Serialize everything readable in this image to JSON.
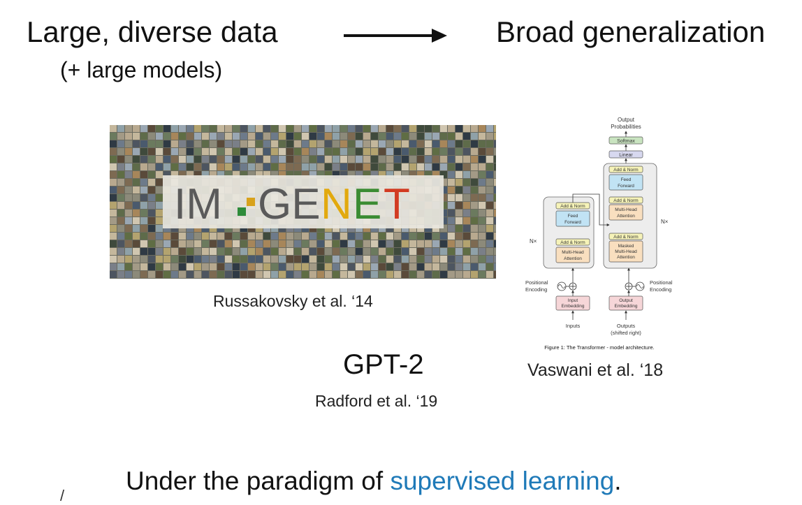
{
  "header": {
    "left_title": "Large, diverse data",
    "left_subtitle": "(+ large models)",
    "right_title": "Broad generalization"
  },
  "imagenet": {
    "logo_text": "IM",
    "logo_text2": "GE",
    "logo_n": "N",
    "logo_e": "E",
    "logo_t": "T",
    "citation": "Russakovsky et al. ‘14"
  },
  "transformer": {
    "output_probabilities": "Output Probabilities",
    "output_probabilities_1": "Output",
    "output_probabilities_2": "Probabilities",
    "softmax": "Softmax",
    "linear": "Linear",
    "add_norm": "Add & Norm",
    "feed_forward_1": "Feed",
    "feed_forward_2": "Forward",
    "multi_head_1": "Multi-Head",
    "multi_head_2": "Attention",
    "masked_1": "Masked",
    "masked_2": "Multi-Head",
    "masked_3": "Attention",
    "nx": "N×",
    "positional_1": "Positional",
    "positional_2": "Encoding",
    "input_embedding_1": "Input",
    "input_embedding_2": "Embedding",
    "output_embedding_1": "Output",
    "output_embedding_2": "Embedding",
    "inputs": "Inputs",
    "outputs_1": "Outputs",
    "outputs_2": "(shifted right)",
    "caption": "Figure 1: The Transformer - model architecture.",
    "citation": "Vaswani et al. ‘18"
  },
  "gpt2": {
    "title": "GPT-2",
    "citation": "Radford et al. ‘19"
  },
  "bottom": {
    "prefix": "Under the paradigm of ",
    "highlight": "supervised learning",
    "suffix": ".",
    "highlight_color": "#1f7ab8"
  },
  "stray_mark": "/"
}
